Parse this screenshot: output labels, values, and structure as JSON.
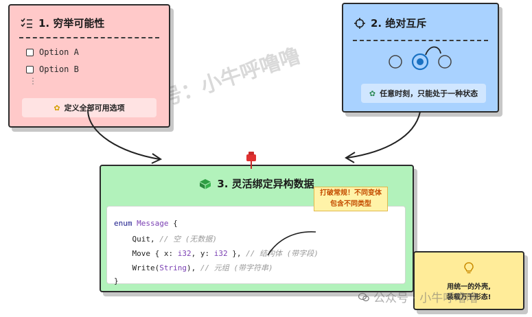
{
  "card1": {
    "title": "1. 穷举可能性",
    "options": [
      "Option A",
      "Option B"
    ],
    "ellipsis": "⋮",
    "footer": "定义全部可用选项"
  },
  "card2": {
    "title": "2. 绝对互斥",
    "footer": "任意时刻，只能处于一种状态"
  },
  "card3": {
    "title": "3. 灵活绑定异构数据",
    "code": {
      "l1_kw": "enum",
      "l1_ty": "Message",
      "l1_rest": " {",
      "l2": "    Quit,",
      "l2_cm": " // 空 (无数据)",
      "l3_a": "    Move { x: ",
      "l3_t1": "i32",
      "l3_b": ", y: ",
      "l3_t2": "i32",
      "l3_c": " },",
      "l3_cm": " // 结构体 (带字段)",
      "l4_a": "    Write(",
      "l4_t": "String",
      "l4_b": "),",
      "l4_cm": " // 元组 (带字符串)",
      "l5": "}"
    },
    "note_line1": "打破常规！不同变体",
    "note_line2": "包含不同类型"
  },
  "card4": {
    "line1": "用统一的外壳,",
    "line2": "装载万千形态!"
  },
  "watermark": {
    "diagonal": "@公众号：小牛呼噜噜",
    "bottom": "公众号 · 小牛呼噜噜"
  },
  "colors": {
    "card1_bg": "#ffc9c9",
    "card2_bg": "#a9d2ff",
    "card3_bg": "#b2f2bb",
    "card4_bg": "#ffec99",
    "accent_blue": "#1971c2",
    "pin_red": "#e03131"
  },
  "icons": [
    "checklist-icon",
    "target-icon",
    "sparkle-icon",
    "cube-icon",
    "bulb-icon",
    "pin-icon",
    "wechat-icon"
  ]
}
